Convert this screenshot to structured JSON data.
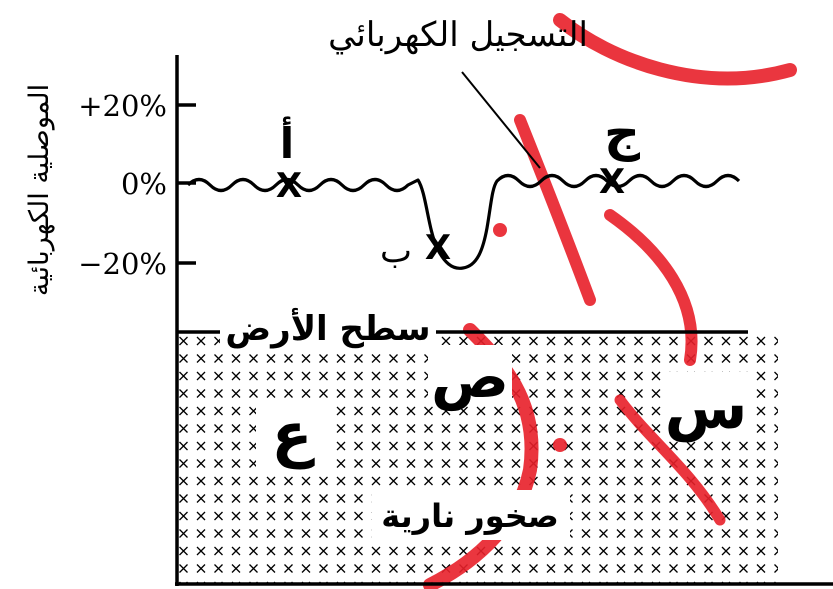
{
  "labels": {
    "record_title": "التسجيل الكهربائي",
    "y_axis_title": "الموصلية الكهربائية",
    "ticks": [
      "+20%",
      "0%",
      "−20%"
    ],
    "ground_surface": "سطح الأرض",
    "rock_label": "صخور نارية"
  },
  "points": {
    "a": "أ",
    "b": "ب",
    "j": "ج",
    "marker": "X"
  },
  "zones": {
    "ain": "ع",
    "sad": "ص",
    "sin": "س"
  },
  "colors": {
    "line": "#000000",
    "hatch": "#000000",
    "watermark": "#e8202a"
  }
}
